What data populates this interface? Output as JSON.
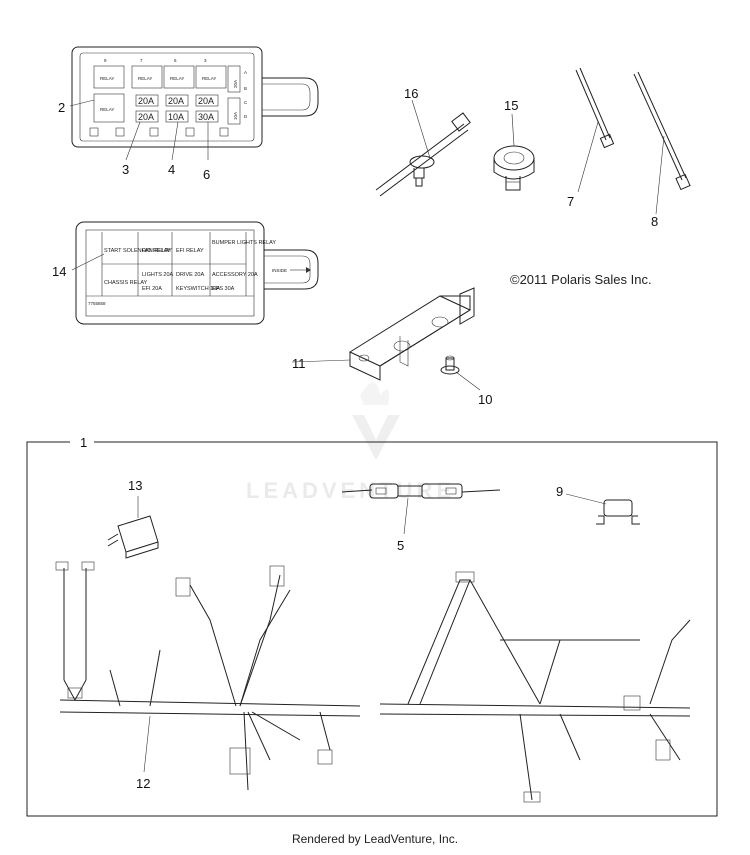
{
  "callouts": {
    "c1": "1",
    "c2": "2",
    "c3": "3",
    "c4": "4",
    "c5": "5",
    "c6": "6",
    "c7": "7",
    "c8": "8",
    "c9": "9",
    "c10": "10",
    "c11": "11",
    "c12": "12",
    "c13": "13",
    "c14": "14",
    "c15": "15",
    "c16": "16"
  },
  "fuse_box": {
    "positions": [
      "9",
      "7",
      "6",
      "3"
    ],
    "relay_label": "RELAY",
    "fuses_row1": [
      "20A",
      "20A",
      "20A"
    ],
    "fuses_row2": [
      "20A",
      "10A",
      "30A"
    ],
    "side_fuses": [
      "20A",
      "10A"
    ],
    "side_letters": [
      "A",
      "B",
      "C",
      "D"
    ]
  },
  "fuse_cover": {
    "cells": [
      "START SOLENOID RELAY",
      "FAN RELAY",
      "EFI RELAY",
      "BUMPER LIGHTS RELAY",
      "CHASSIS RELAY",
      "LIGHTS 20A",
      "DRIVE 20A",
      "ACCESSORY 20A",
      "",
      "EFI 20A",
      "KEYSWITCH 10A",
      "EPS 30A"
    ],
    "arrow_label": "INSIDE",
    "part_code": "7755858"
  },
  "copyright": "©2011 Polaris Sales Inc.",
  "watermark": "LEADVENTURE",
  "footer": "Rendered by LeadVenture, Inc."
}
